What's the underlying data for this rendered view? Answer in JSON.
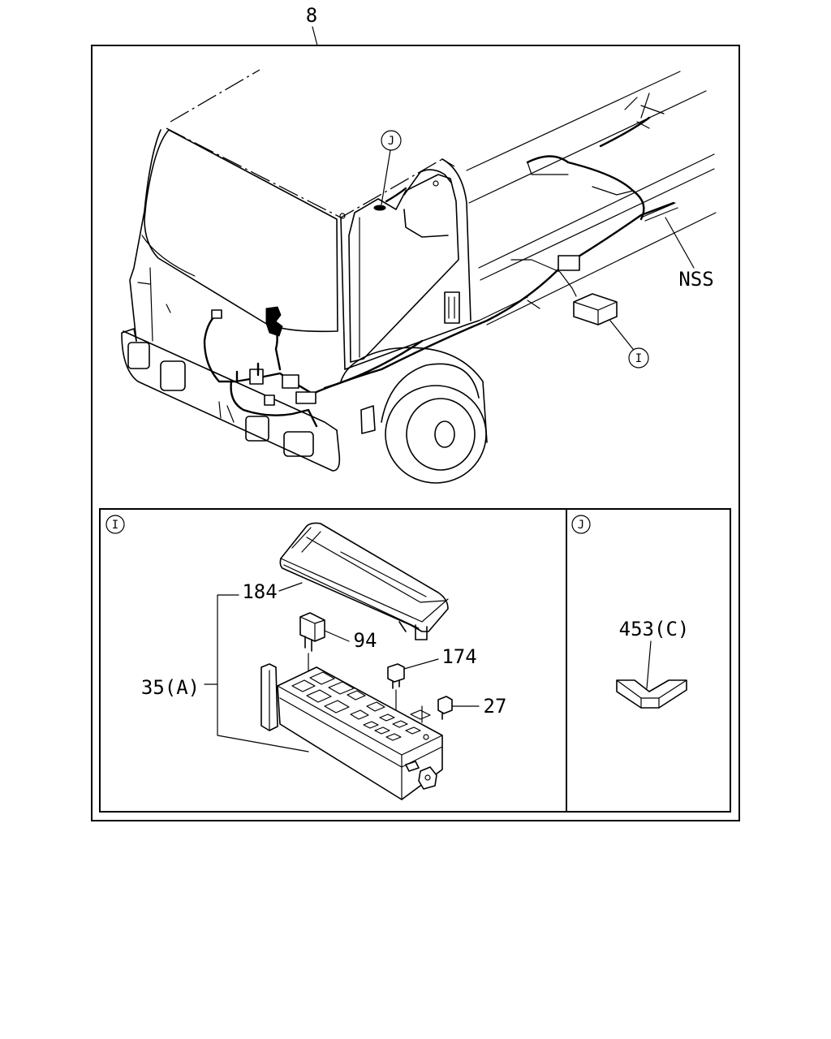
{
  "callouts": {
    "main_part": "8",
    "nss": "NSS",
    "fuse_cover": "184",
    "relay": "94",
    "fuse_174": "174",
    "fuse_27": "27",
    "fuse_box": "35(A)",
    "harness_clip": "453(C)"
  },
  "detail_markers": {
    "i_main": "I",
    "j_main": "J",
    "i_panel": "I",
    "j_panel": "J"
  }
}
